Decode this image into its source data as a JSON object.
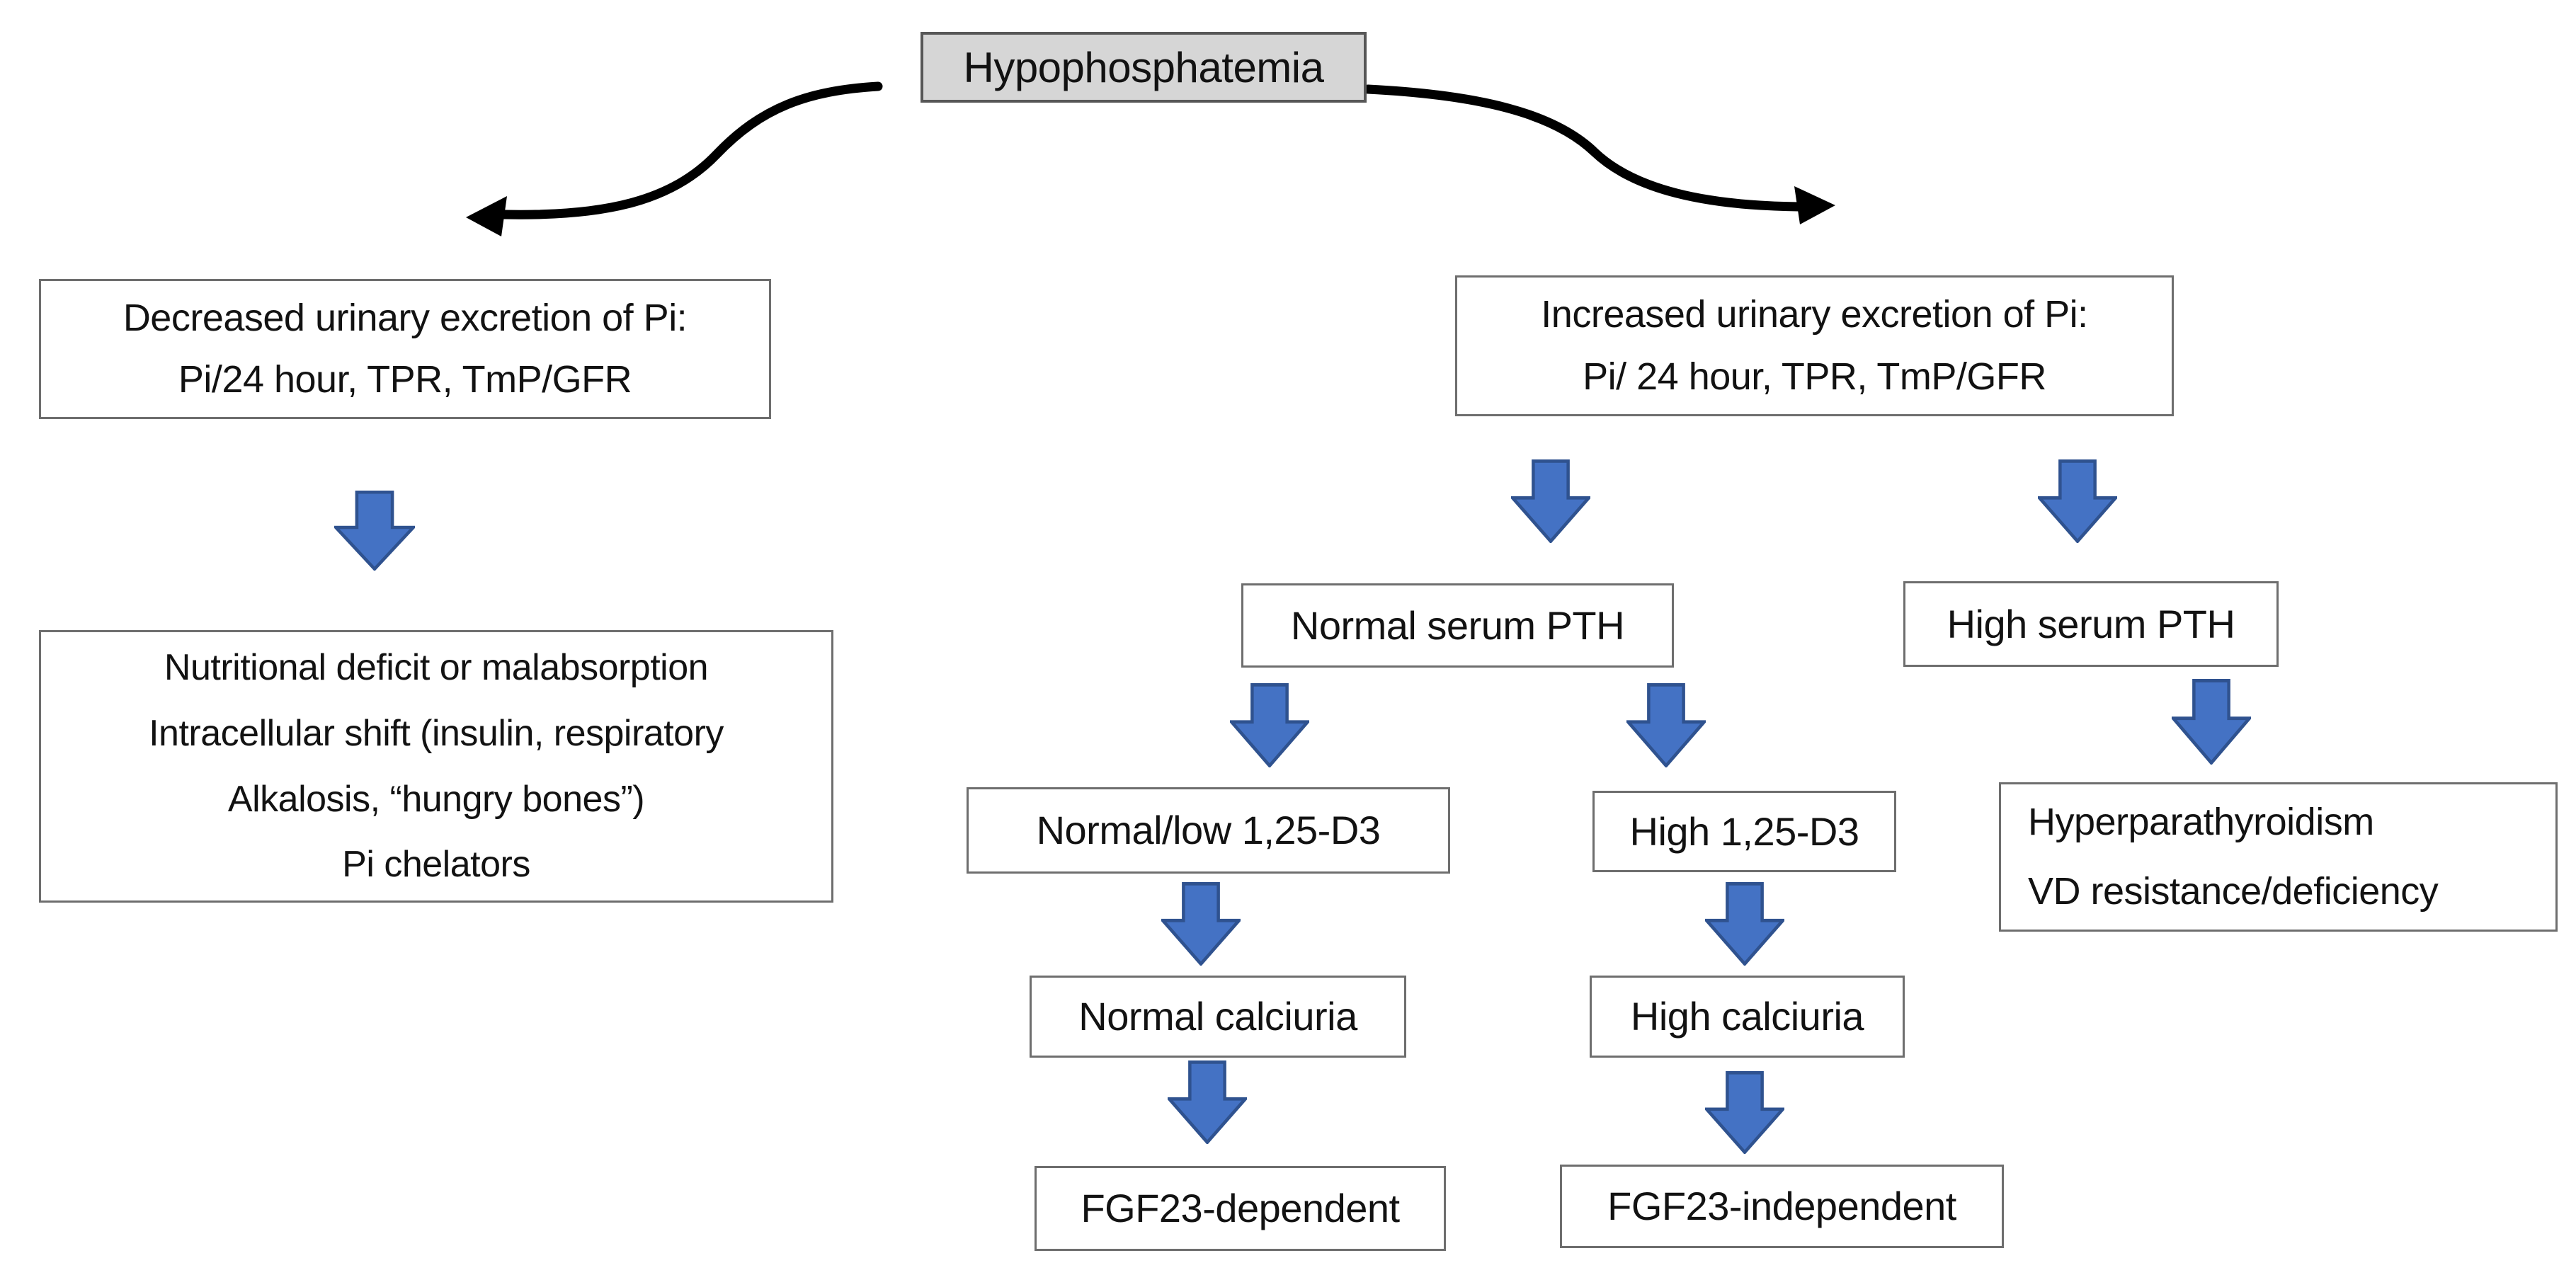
{
  "diagram": {
    "type": "flowchart",
    "title": "Hypophosphatemia",
    "colors": {
      "background": "#ffffff",
      "root_node_fill": "#d6d6d6",
      "node_fill": "#ffffff",
      "node_border": "#6e6e6e",
      "block_arrow_fill": "#4472C4",
      "block_arrow_edge": "#2F528F",
      "curved_connector": "#000000",
      "text": "#121212"
    },
    "icons": {
      "down_arrow": "blue block arrow pointing down",
      "curved_arrow_left": "black S-curved connector with left-pointing arrowhead",
      "curved_arrow_right": "black S-curved connector with right-pointing arrowhead"
    },
    "nodes": {
      "root": "Hypophosphatemia",
      "decreased": "Decreased urinary excretion of Pi:\nPi/24 hour, TPR, TmP/GFR",
      "nutritional": "Nutritional deficit or malabsorption\nIntracellular shift (insulin, respiratory\nAlkalosis, “hungry bones”)\nPi chelators",
      "increased": "Increased urinary excretion of Pi:\nPi/ 24 hour, TPR, TmP/GFR",
      "normal_serum_pth": "Normal serum PTH",
      "high_serum_pth": "High serum PTH",
      "normal_low_d3": "Normal/low 1,25-D3",
      "high_d3": "High 1,25-D3",
      "hyperparathyroidism": "Hyperparathyroidism\nVD resistance/deficiency",
      "normal_calciuria": "Normal calciuria",
      "high_calciuria": "High calciuria",
      "fgf23_dependent": "FGF23-dependent",
      "fgf23_independent": "FGF23-independent"
    }
  }
}
